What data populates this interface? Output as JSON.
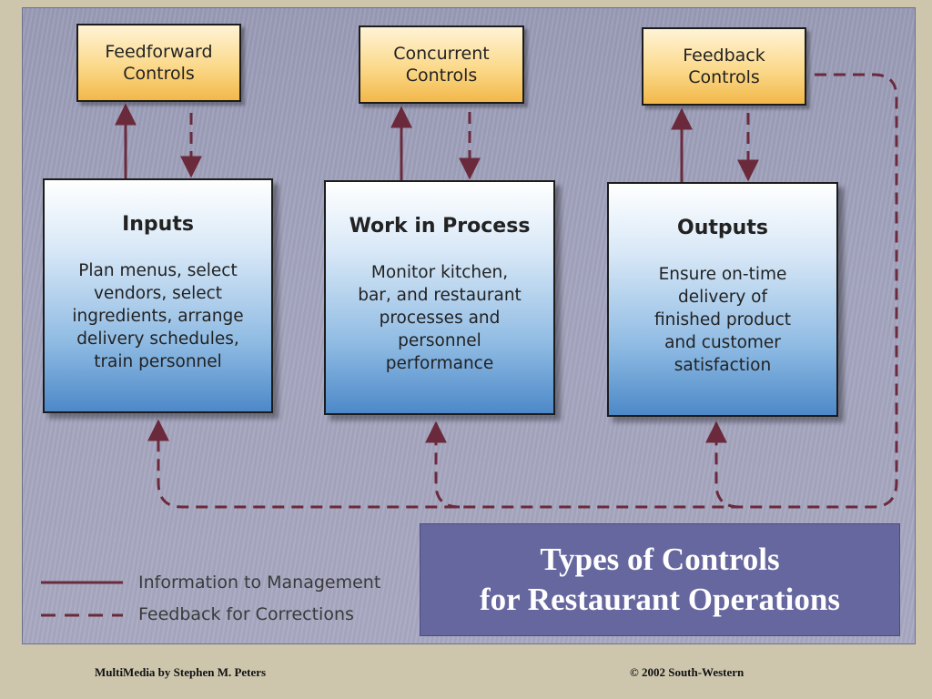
{
  "controls": [
    {
      "line1": "Feedforward",
      "line2": "Controls"
    },
    {
      "line1": "Concurrent",
      "line2": "Controls"
    },
    {
      "line1": "Feedback",
      "line2": "Controls"
    }
  ],
  "stages": [
    {
      "title": "Inputs",
      "body": "Plan menus, select\nvendors, select\ningredients, arrange\ndelivery schedules,\ntrain personnel"
    },
    {
      "title": "Work in Process",
      "body": "Monitor kitchen,\nbar, and restaurant\nprocesses and\npersonnel\nperformance"
    },
    {
      "title": "Outputs",
      "body": "Ensure on-time\ndelivery of\nfinished product\nand customer\nsatisfaction"
    }
  ],
  "legend": {
    "solid_label": "Information to Management",
    "dashed_label": "Feedback for Corrections"
  },
  "slide_title": {
    "line1": "Types of Controls",
    "line2": "for Restaurant Operations"
  },
  "footer": {
    "left": "MultiMedia by Stephen M. Peters",
    "right": "© 2002 South-Western"
  },
  "colors": {
    "background": "#cdc6ad",
    "panel": "#a2a3bd",
    "arrow": "#6b2a3c",
    "title_box": "#67679f",
    "control_box": "#f9d27a",
    "stage_box": "#6ea3d8"
  }
}
